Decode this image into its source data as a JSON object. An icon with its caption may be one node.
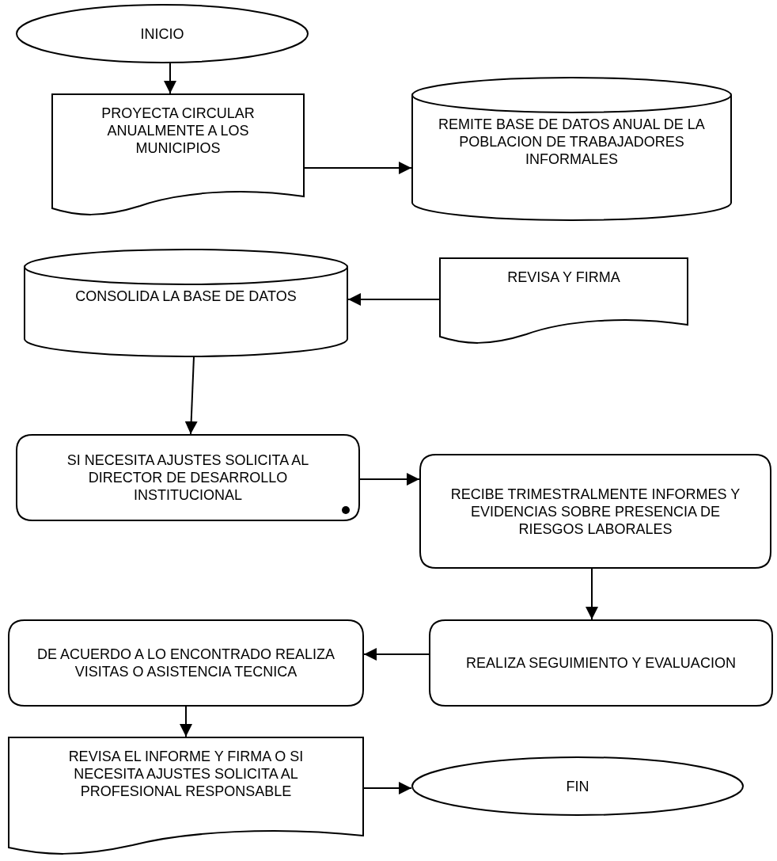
{
  "diagram": {
    "nodes": [
      {
        "text": [
          "INICIO"
        ]
      },
      {
        "text": [
          "PROYECTA CIRCULAR ANUALMENTE A LOS MUNICIPIOS"
        ]
      },
      {
        "text": [
          "REMITE BASE DE DATOS ANUAL DE LA POBLACION DE TRABAJADORES INFORMALES"
        ]
      },
      {
        "text": [
          "CONSOLIDA LA BASE DE DATOS"
        ]
      },
      {
        "text": [
          "REVISA Y FIRMA"
        ]
      },
      {
        "text": [
          "SI NECESITA AJUSTES SOLICITA AL DIRECTOR DE DESARROLLO INSTITUCIONAL"
        ]
      },
      {
        "text": [
          "RECIBE TRIMESTRALMENTE INFORMES Y EVIDENCIAS SOBRE PRESENCIA DE RIESGOS LABORALES"
        ]
      },
      {
        "text": [
          "DE ACUERDO A LO ENCONTRADO REALIZA VISITAS O ASISTENCIA TECNICA"
        ]
      },
      {
        "text": [
          "REALIZA SEGUIMIENTO Y EVALUACION"
        ]
      },
      {
        "text": [
          "REVISA EL INFORME Y FIRMA O SI NECESITA AJUSTES SOLICITA AL PROFESIONAL RESPONSABLE"
        ]
      },
      {
        "text": [
          "FIN"
        ]
      }
    ],
    "edges": [
      {
        "from": 0,
        "to": 1,
        "arrow": "to"
      },
      {
        "from": 1,
        "to": 2,
        "arrow": "to"
      },
      {
        "from": 4,
        "to": 3,
        "arrow": "to"
      },
      {
        "from": 3,
        "to": 5,
        "arrow": "to"
      },
      {
        "from": 5,
        "to": 6,
        "arrow": "to"
      },
      {
        "from": 6,
        "to": 8,
        "arrow": "to"
      },
      {
        "from": 8,
        "to": 7,
        "arrow": "to"
      },
      {
        "from": 7,
        "to": 9,
        "arrow": "to"
      },
      {
        "from": 9,
        "to": 10,
        "arrow": "to"
      }
    ]
  }
}
